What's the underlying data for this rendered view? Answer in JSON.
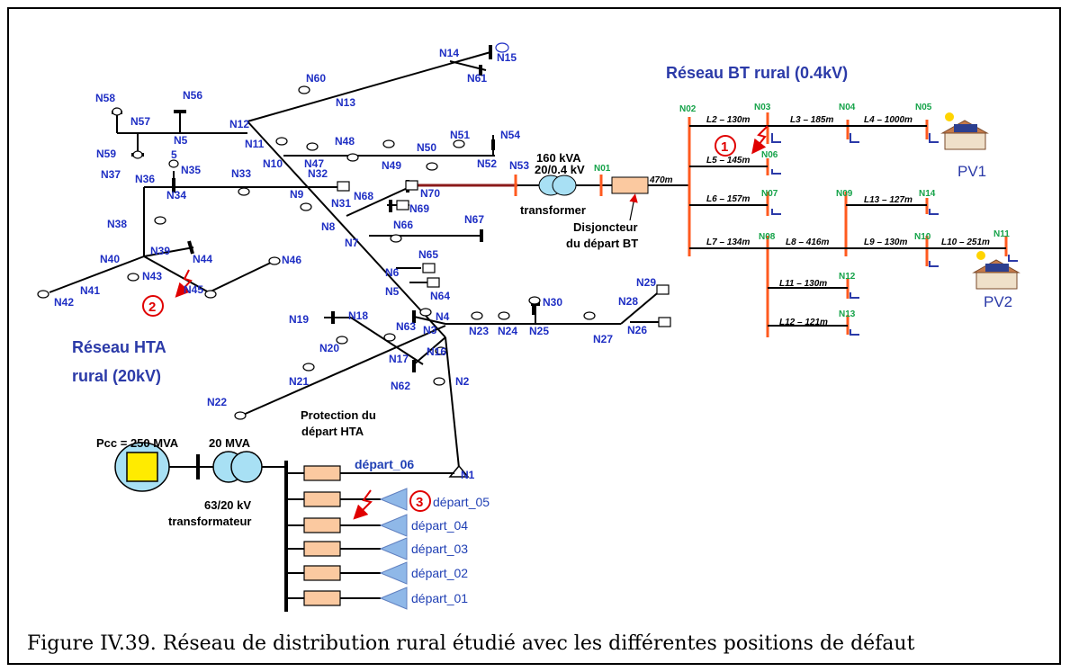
{
  "caption": "Figure IV.39. Réseau de distribution rural étudié avec les différentes positions de défaut",
  "titles": {
    "bt": "Réseau BT rural (0.4kV)",
    "hta_line1": "Réseau HTA",
    "hta_line2": "rural (20kV)"
  },
  "source": {
    "pcc": "Pcc = 250 MVA",
    "rating": "20 MVA",
    "ratio": "63/20 kV",
    "type": "transformateur",
    "protection_line1": "Protection du",
    "protection_line2": "départ HTA"
  },
  "departures": [
    "départ_06",
    "départ_05",
    "départ_04",
    "départ_03",
    "départ_02",
    "départ_01"
  ],
  "bt_transformer": {
    "rating": "160 kVA",
    "ratio": "20/0.4 kV",
    "label": "transformer",
    "breaker_line1": "Disjoncteur",
    "breaker_line2": "du départ BT",
    "l1": "470m"
  },
  "pv": [
    "PV1",
    "PV2"
  ],
  "faults": [
    "1",
    "2",
    "3"
  ],
  "hta_nodes": {
    "N1": "N1",
    "N2": "N2",
    "N3": "N3",
    "N4": "N4",
    "N5": "N5",
    "N6": "N6",
    "N7": "N7",
    "N8": "N8",
    "N9": "N9",
    "N10": "N10",
    "N11": "N11",
    "N12": "N12",
    "N13": "N13",
    "N14": "N14",
    "N15": "N15",
    "N16": "N16",
    "N17": "N17",
    "N18": "N18",
    "N19": "N19",
    "N20": "N20",
    "N21": "N21",
    "N22": "N22",
    "N23": "N23",
    "N24": "N24",
    "N25": "N25",
    "N26": "N26",
    "N27": "N27",
    "N28": "N28",
    "N29": "N29",
    "N30": "N30",
    "N31": "N31",
    "N32": "N32",
    "N33": "N33",
    "N34": "N34",
    "N35": "N35",
    "N36": "N36",
    "N37": "N37",
    "N38": "N38",
    "N39": "N39",
    "N40": "N40",
    "N41": "N41",
    "N42": "N42",
    "N43": "N43",
    "N44": "N44",
    "N45": "N45",
    "N46": "N46",
    "N47": "N47",
    "N48": "N48",
    "N49": "N49",
    "N50": "N50",
    "N51": "N51",
    "N52": "N52",
    "N53": "N53",
    "N54": "N54",
    "N55a": "N5",
    "N55b": "5",
    "N56": "N56",
    "N57": "N57",
    "N58": "N58",
    "N59": "N59",
    "N60": "N60",
    "N61": "N61",
    "N62": "N62",
    "N63": "N63",
    "N64": "N64",
    "N65": "N65",
    "N66": "N66",
    "N67": "N67",
    "N68": "N68",
    "N69": "N69",
    "N70": "N70"
  },
  "bt_nodes": {
    "N01": "N01",
    "N02": "N02",
    "N03": "N03",
    "N04": "N04",
    "N05": "N05",
    "N06": "N06",
    "N07": "N07",
    "N08": "N08",
    "N09": "N09",
    "N10": "N10",
    "N11": "N11",
    "N12": "N12",
    "N13": "N13",
    "N14": "N14"
  },
  "bt_lines": {
    "L2": "L2 – 130m",
    "L3": "L3 – 185m",
    "L4": "L4 – 1000m",
    "L5": "L5 – 145m",
    "L6": "L6 – 157m",
    "L7": "L7 – 134m",
    "L8": "L8 – 416m",
    "L9": "L9 – 130m",
    "L10": "L10 – 251m",
    "L11": "L11 – 130m",
    "L12": "L12 – 121m",
    "L13": "L13 – 127m"
  }
}
